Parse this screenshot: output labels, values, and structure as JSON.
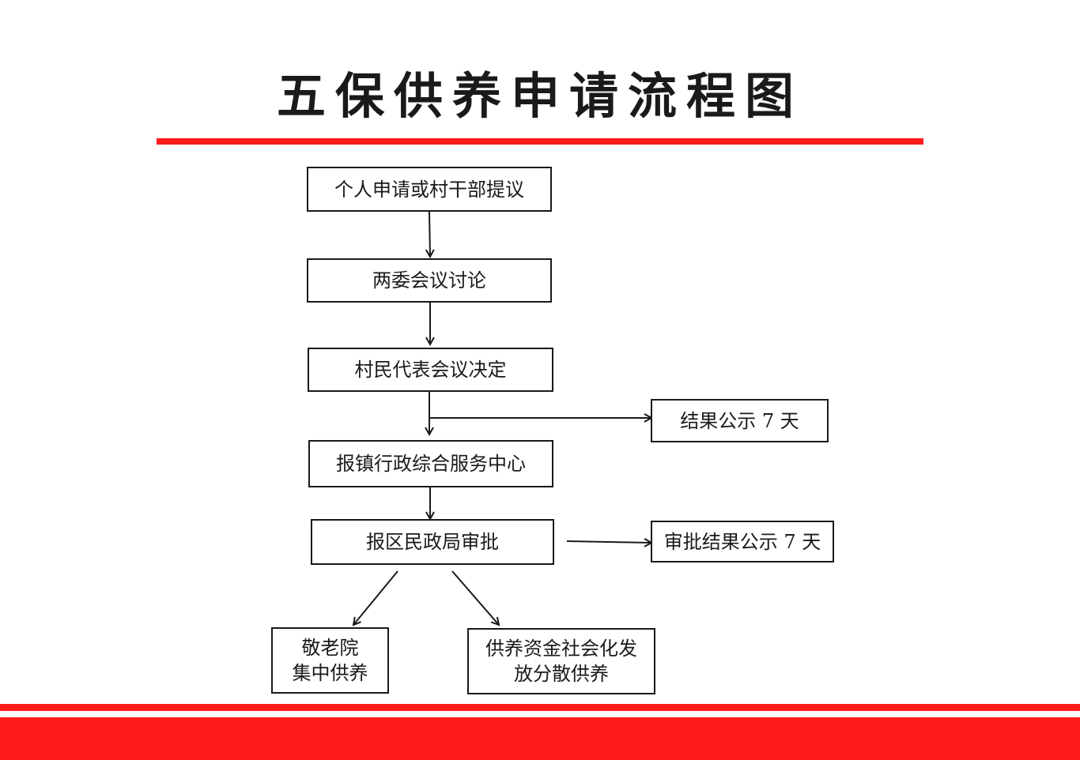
{
  "title": "五保供养申请流程图",
  "colors": {
    "accent_red": "#ff1a1a",
    "stroke": "#1a1a1a",
    "background": "#ffffff"
  },
  "nodes": [
    {
      "id": "n1",
      "label": "个人申请或村干部提议"
    },
    {
      "id": "n2",
      "label": "两委会议讨论"
    },
    {
      "id": "n3",
      "label": "村民代表会议决定"
    },
    {
      "id": "n4",
      "label": "结果公示 7 天"
    },
    {
      "id": "n5",
      "label": "报镇行政综合服务中心"
    },
    {
      "id": "n6",
      "label": "报区民政局审批"
    },
    {
      "id": "n7",
      "label": "审批结果公示 7 天"
    },
    {
      "id": "n8",
      "label": "敬老院\n集中供养"
    },
    {
      "id": "n9",
      "label": "供养资金社会化发\n放分散供养"
    }
  ],
  "edges": [
    {
      "from": "n1",
      "to": "n2"
    },
    {
      "from": "n2",
      "to": "n3"
    },
    {
      "from": "n3",
      "to": "n5"
    },
    {
      "from": "n3",
      "to": "n4"
    },
    {
      "from": "n5",
      "to": "n6"
    },
    {
      "from": "n6",
      "to": "n7"
    },
    {
      "from": "n6",
      "to": "n8"
    },
    {
      "from": "n6",
      "to": "n9"
    }
  ]
}
